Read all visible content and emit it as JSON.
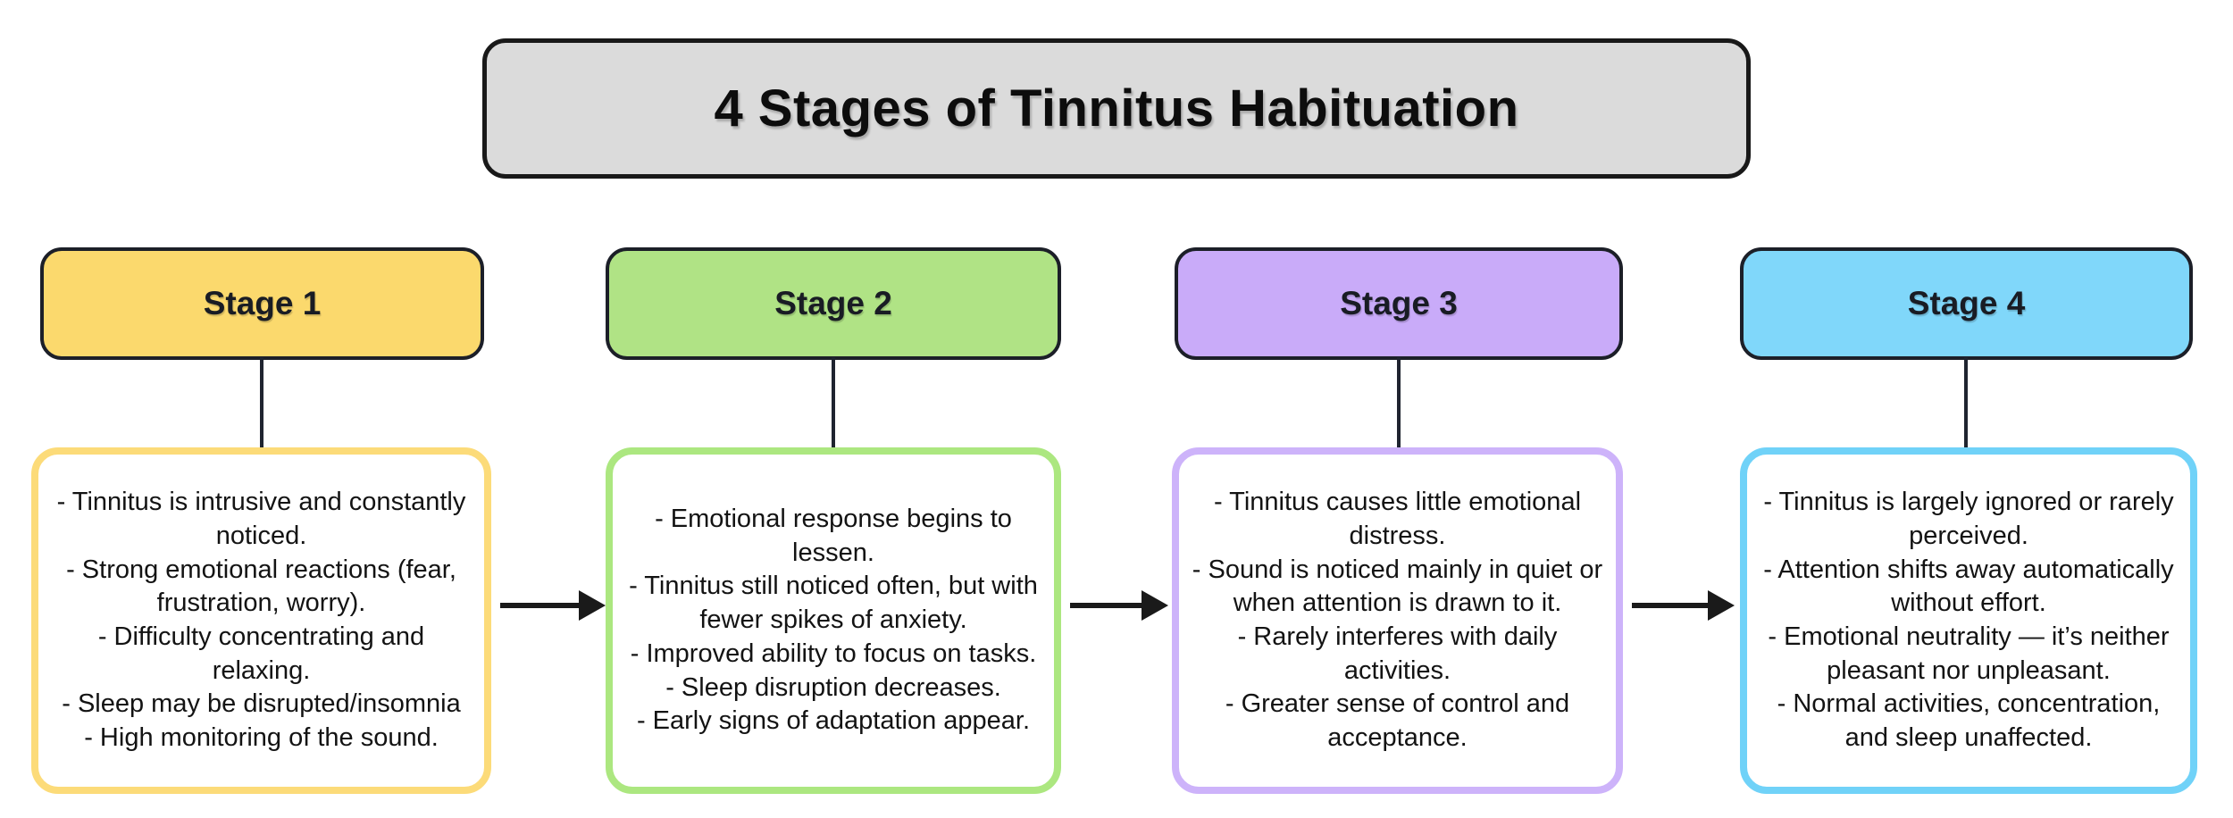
{
  "title": "4 Stages of Tinnitus Habituation",
  "colors": {
    "title_fill": "#dbdbdb",
    "outline_dark": "#1c1f28",
    "arrow": "#1a1a1a",
    "body_text": "#131313"
  },
  "stages": [
    {
      "label": "Stage 1",
      "header_fill": "#fbd96d",
      "box_border": "#fcdb79",
      "points": [
        "- Tinnitus is intrusive and constantly noticed.",
        "- Strong emotional reactions (fear, frustration, worry).",
        "- Difficulty concentrating and relaxing.",
        "- Sleep may be disrupted/insomnia",
        "- High monitoring of the sound."
      ]
    },
    {
      "label": "Stage 2",
      "header_fill": "#b0e385",
      "box_border": "#ace780",
      "points": [
        "- Emotional response begins to lessen.",
        "- Tinnitus still noticed often, but with fewer spikes of anxiety.",
        "- Improved ability to focus on tasks.",
        "- Sleep disruption decreases.",
        "- Early signs of adaptation appear."
      ]
    },
    {
      "label": "Stage 3",
      "header_fill": "#c9abf9",
      "box_border": "#cdb3fa",
      "points": [
        "- Tinnitus causes little emotional distress.",
        "- Sound is noticed mainly in quiet or when attention is drawn to it.",
        "- Rarely interferes with daily activities.",
        "- Greater sense of control and acceptance."
      ]
    },
    {
      "label": "Stage 4",
      "header_fill": "#80d7fa",
      "box_border": "#70d2f8",
      "points": [
        "- Tinnitus is largely ignored or rarely perceived.",
        "- Attention shifts away automatically without effort.",
        "- Emotional neutrality — it’s neither pleasant nor unpleasant.",
        "- Normal activities, concentration, and sleep unaffected."
      ]
    }
  ]
}
